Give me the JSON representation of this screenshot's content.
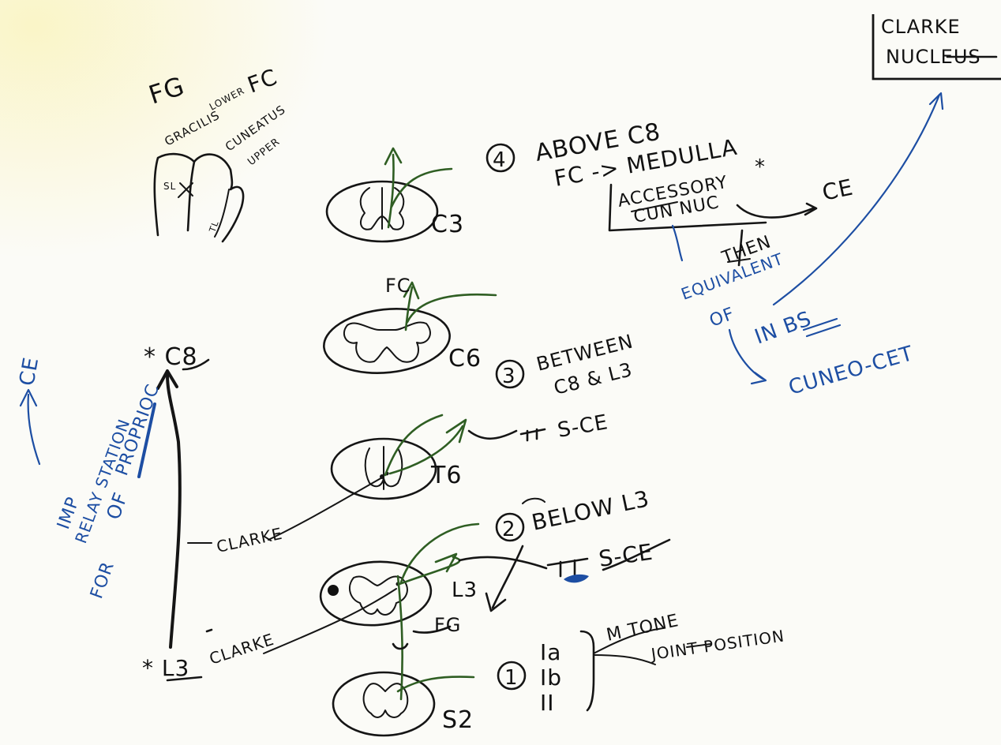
{
  "gracile": {
    "fg": "FG",
    "gracilis": "GRACILIS",
    "lower": "LOWER",
    "fc": "FC",
    "cuneatus": "CUNEATUS",
    "upper": "UPPER",
    "sl": "SL",
    "tl": "TL"
  },
  "levels": {
    "c3": "C3",
    "c6": "C6",
    "t6": "T6",
    "l3": "L3",
    "s2": "S2",
    "fc_arrow": "FC",
    "fg_label": "FG"
  },
  "steps": {
    "s4_num": "4",
    "s4_line1": "ABOVE C8",
    "s4_line2": "FC -> MEDULLA",
    "s4_box1": "ACCESSORY",
    "s4_box2": "CUN NUC",
    "s4_star": "*",
    "s4_ce": "CE",
    "s3_num": "3",
    "s3_line1": "BETWEEN",
    "s3_line2": "C8 & L3",
    "s3_tract": "S-CE",
    "s2_num": "2",
    "s2_line1": "BELOW L3",
    "s2_tract": "S-CE",
    "s1_num": "1",
    "fiber_ia": "Ia",
    "fiber_ib": "Ib",
    "fiber_ii": "II",
    "m_tone": "M TONE",
    "joint_position": "JOINT POSITION"
  },
  "clarke": {
    "top_box_line1": "CLARKE",
    "top_box_line2": "NUCLEUS",
    "label_t6": "CLARKE",
    "label_l3": "CLARKE",
    "c8": "* C8",
    "l3": "* L3"
  },
  "blue_notes": {
    "then": "THEN",
    "equivalent": "EQUIVALENT",
    "of": "OF",
    "in_bs": "IN BS",
    "cuneo": "CUNEO-CET",
    "ce_arrow": "CE",
    "imp": "IMP",
    "relay": "RELAY STATION",
    "for": "FOR",
    "of2": "OF",
    "proprioc": "PROPRIOC"
  },
  "colors": {
    "ink": "#151515",
    "green": "#2f5e23",
    "blue": "#1d4ea3",
    "paper": "#fbfbf7"
  }
}
